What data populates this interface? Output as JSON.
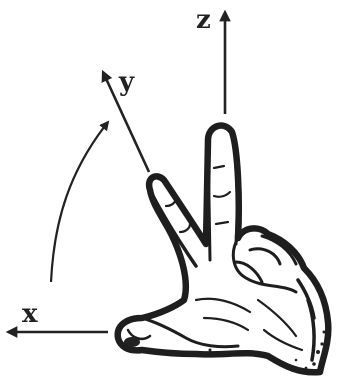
{
  "axes": {
    "x": "x",
    "y": "y",
    "z": "z"
  },
  "colors": {
    "ink": "#222222",
    "background": "#ffffff"
  },
  "icons": {
    "figure": "right-hand-rule-hand-icon",
    "rotation": "curved-rotation-arrow-icon"
  }
}
